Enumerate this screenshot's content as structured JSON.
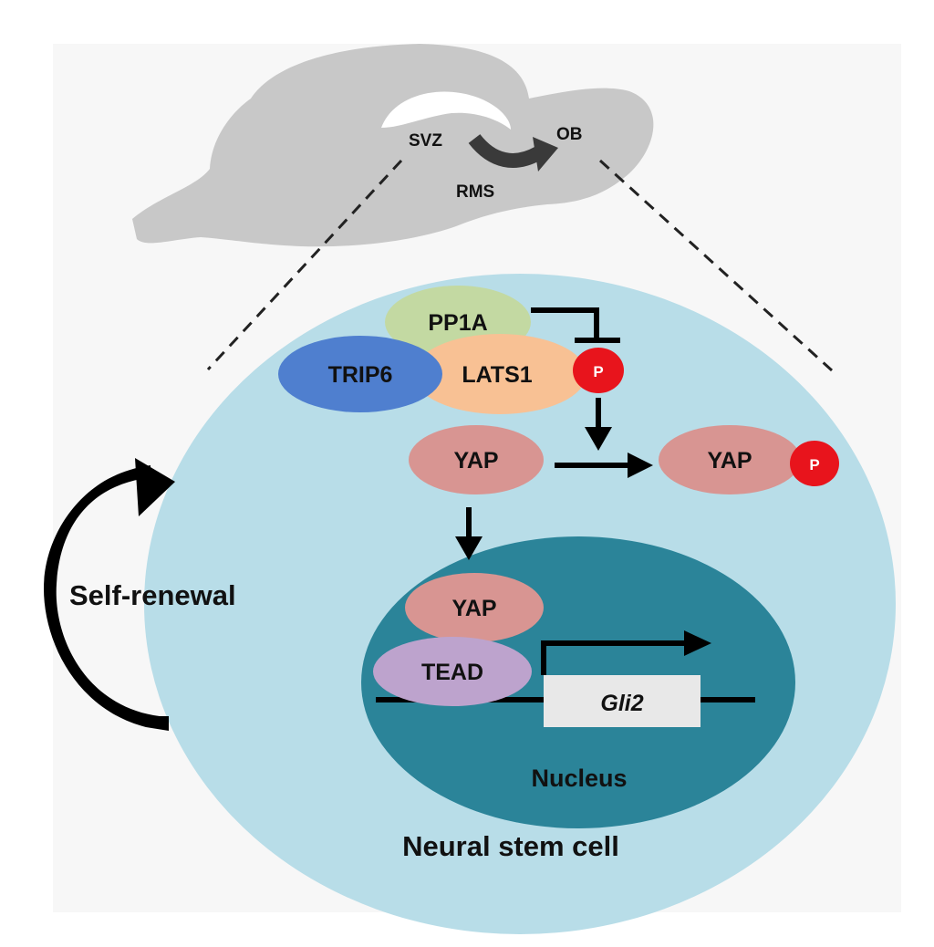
{
  "brain": {
    "svz_label": "SVZ",
    "ob_label": "OB",
    "rms_label": "RMS"
  },
  "proteins": {
    "pp1a": "PP1A",
    "trip6": "TRIP6",
    "lats1": "LATS1",
    "phospho": "P",
    "yap_cytoplasm": "YAP",
    "yap_phospho": "YAP",
    "phospho_2": "P",
    "yap_nucleus": "YAP",
    "tead": "TEAD"
  },
  "gene": {
    "label": "Gli2"
  },
  "labels": {
    "nucleus": "Nucleus",
    "cell": "Neural stem cell",
    "self_renewal": "Self-renewal"
  },
  "colors": {
    "background_panel": "#f7f7f7",
    "brain": "#c8c8c8",
    "cell": "#b8dde8",
    "nucleus": "#2b8499",
    "pp1a": "#c3d9a2",
    "trip6": "#4f7fcf",
    "lats1": "#f8c194",
    "phospho": "#e8141c",
    "yap": "#d89592",
    "tead": "#bda3cd",
    "gene_box": "#e8e8e8"
  }
}
